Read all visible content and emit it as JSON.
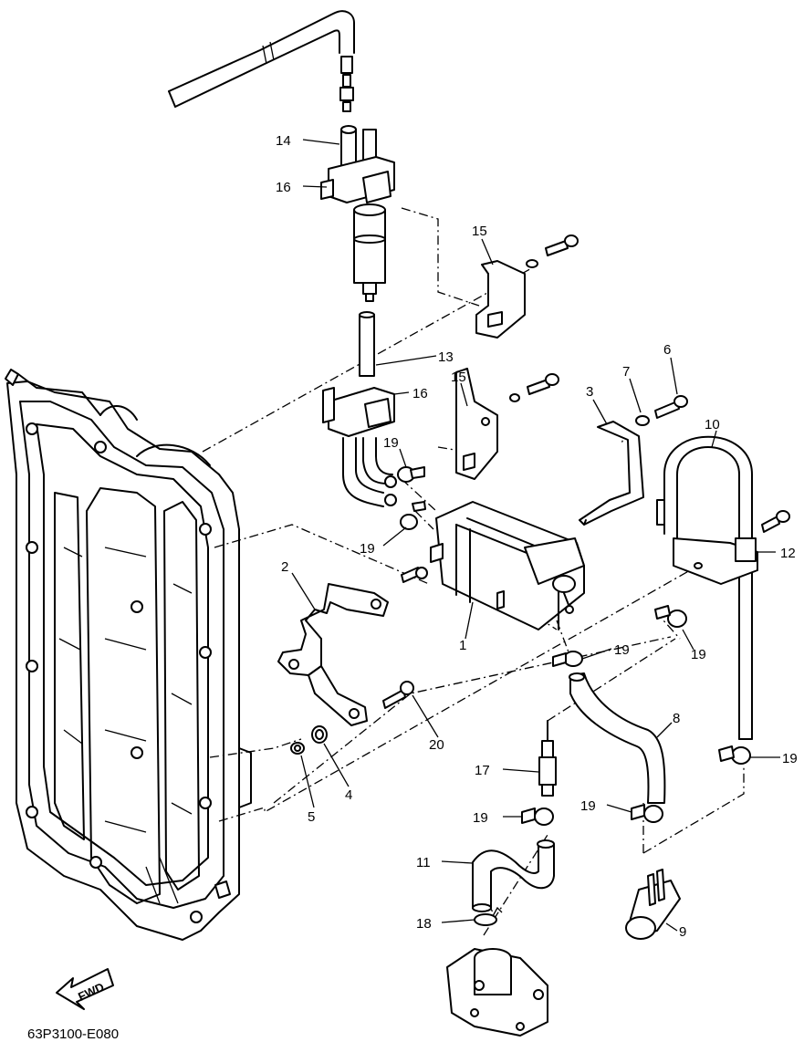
{
  "diagram": {
    "figure_code": "63P3100-E080",
    "direction_marker": "FWD",
    "callouts": {
      "c1": "1",
      "c2": "2",
      "c3": "3",
      "c4": "4",
      "c5": "5",
      "c6": "6",
      "c7": "7",
      "c8": "8",
      "c9": "9",
      "c10": "10",
      "c11": "11",
      "c12": "12",
      "c13": "13",
      "c14": "14",
      "c15a": "15",
      "c15b": "15",
      "c16a": "16",
      "c16b": "16",
      "c17": "17",
      "c18": "18",
      "c19a": "19",
      "c19b": "19",
      "c19c": "19",
      "c19d": "19",
      "c19e": "19",
      "c19f": "19",
      "c19g": "19",
      "c20": "20"
    }
  }
}
